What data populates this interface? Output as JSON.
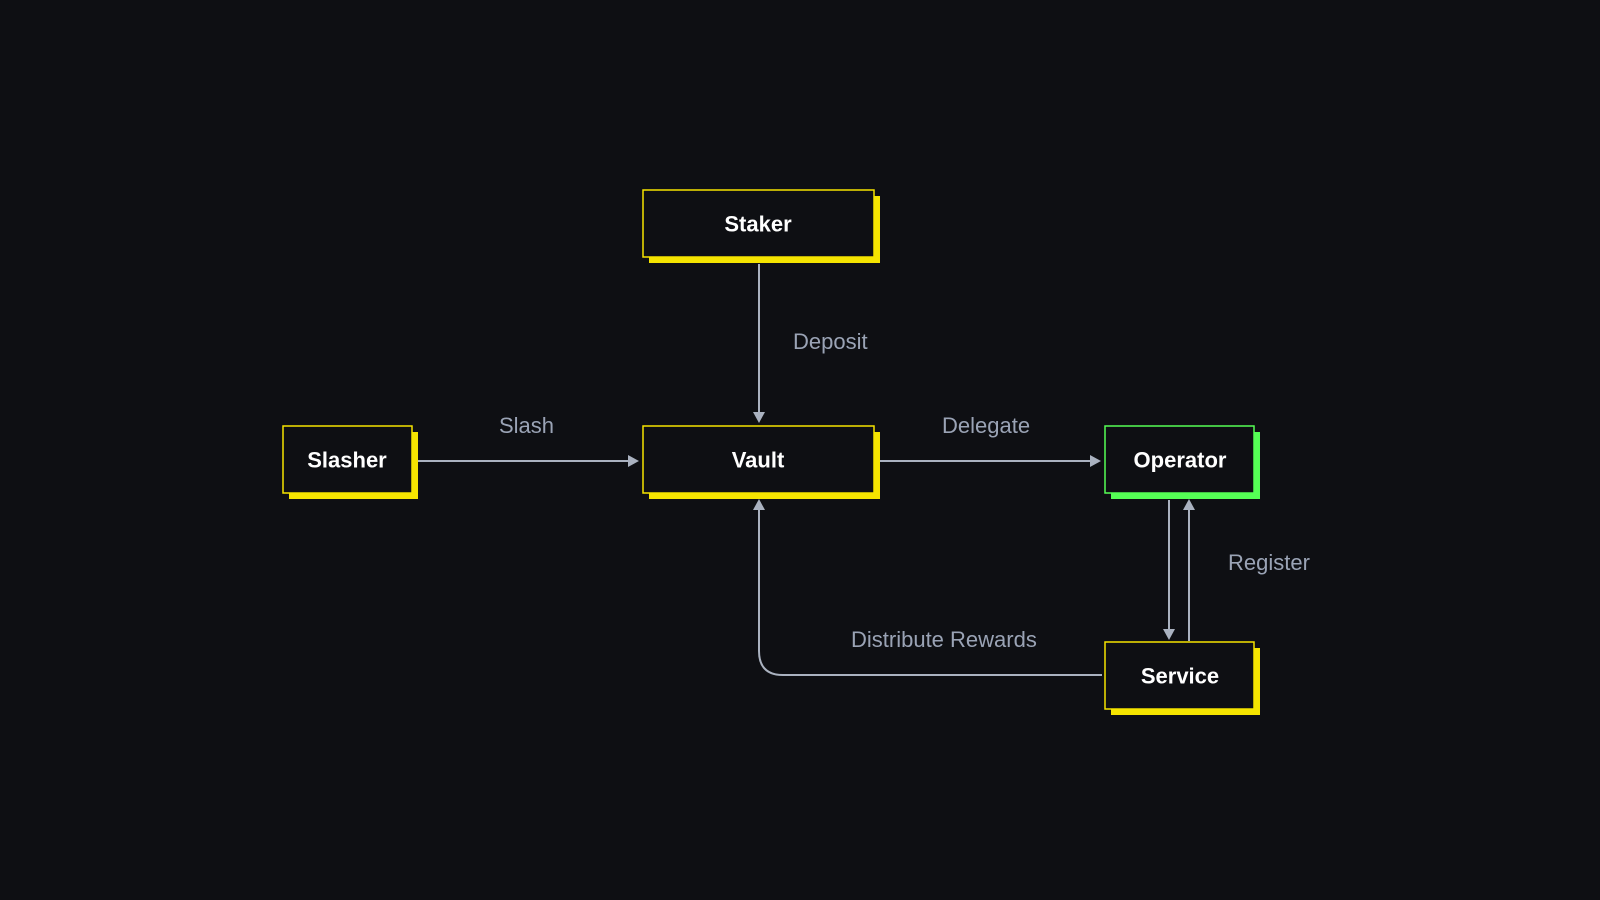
{
  "colors": {
    "background": "#0e0f13",
    "node_fill": "#0e0f13",
    "accent_yellow": "#f5e400",
    "accent_green": "#55ff55",
    "edge": "#aab2c0",
    "edge_label": "#9aa3b5",
    "node_text": "#ffffff"
  },
  "nodes": {
    "staker": {
      "label": "Staker",
      "accent": "#f5e400"
    },
    "slasher": {
      "label": "Slasher",
      "accent": "#f5e400"
    },
    "vault": {
      "label": "Vault",
      "accent": "#f5e400"
    },
    "operator": {
      "label": "Operator",
      "accent": "#55ff55"
    },
    "service": {
      "label": "Service",
      "accent": "#f5e400"
    }
  },
  "edges": {
    "deposit": {
      "label": "Deposit",
      "from": "Staker",
      "to": "Vault"
    },
    "slash": {
      "label": "Slash",
      "from": "Slasher",
      "to": "Vault"
    },
    "delegate": {
      "label": "Delegate",
      "from": "Vault",
      "to": "Operator"
    },
    "register": {
      "label": "Register",
      "from": "Service",
      "to": "Operator"
    },
    "operator_to_service": {
      "label": "",
      "from": "Operator",
      "to": "Service"
    },
    "distribute_rewards": {
      "label": "Distribute Rewards",
      "from": "Service",
      "to": "Vault"
    }
  }
}
